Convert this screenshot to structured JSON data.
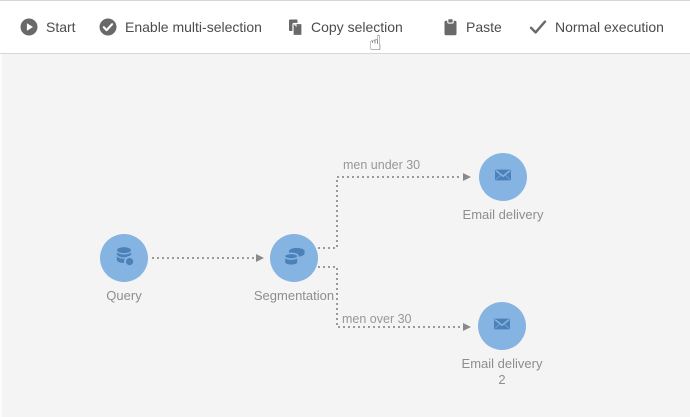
{
  "toolbar": {
    "items": [
      {
        "label": "Start",
        "icon": "play-circle-icon"
      },
      {
        "label": "Enable multi-selection",
        "icon": "check-circle-icon"
      },
      {
        "label": "Copy selection",
        "icon": "copy-icon"
      },
      {
        "label": "Paste",
        "icon": "paste-icon"
      },
      {
        "label": "Normal execution",
        "icon": "check-icon"
      }
    ]
  },
  "workflow": {
    "nodes": [
      {
        "id": "query",
        "label": "Query",
        "icon": "database-icon"
      },
      {
        "id": "segmentation",
        "label": "Segmentation",
        "icon": "segments-icon"
      },
      {
        "id": "email-delivery",
        "label": "Email delivery",
        "icon": "envelope-icon"
      },
      {
        "id": "email-delivery-2",
        "label_line1": "Email delivery",
        "label_line2": "2",
        "icon": "envelope-icon"
      }
    ],
    "edges": [
      {
        "from": "Query",
        "to": "Segmentation",
        "label": ""
      },
      {
        "from": "Segmentation",
        "to": "Email delivery",
        "label": "men under 30"
      },
      {
        "from": "Segmentation",
        "to": "Email delivery 2",
        "label": "men over 30"
      }
    ]
  },
  "cursor": {
    "type": "hand-pointer",
    "glyph": "☝"
  },
  "colors": {
    "node_fill": "#85b4e2",
    "node_icon": "#4c80b8",
    "connector": "#9a9a9a",
    "canvas_bg": "#f4f4f4",
    "toolbar_bg": "#ffffff",
    "toolbar_text": "#4c4c4c",
    "label_text": "#8e8e8e"
  }
}
